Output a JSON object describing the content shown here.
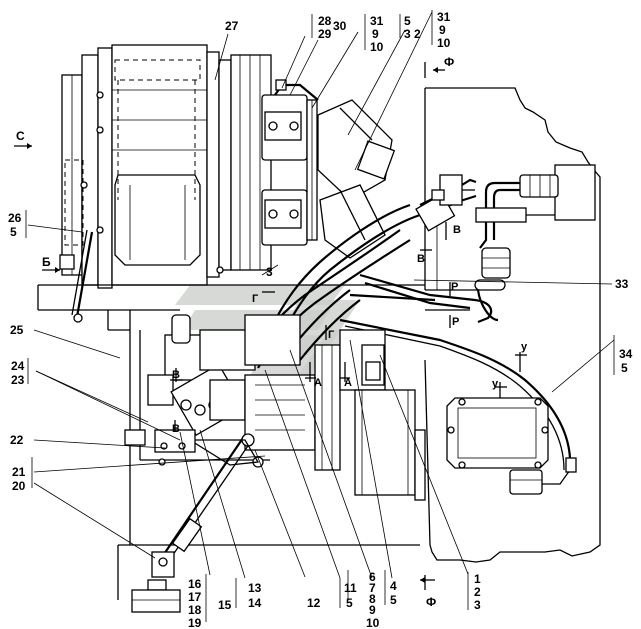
{
  "labels": {
    "l27": "27",
    "l28": "28",
    "l29": "29",
    "l30": "30",
    "l31a": "31",
    "l9a": "9",
    "l10a": "10",
    "l5a": "5",
    "l3a": "3",
    "l2a": "2",
    "l31b": "31",
    "l9b": "9",
    "l10b": "10",
    "lC": "C",
    "lPhiTop": "Ф",
    "l26": "26",
    "l5b": "5",
    "lB1": "Б",
    "l3b": "3",
    "lV1": "В",
    "lV2": "В",
    "l33": "33",
    "lG1": "Г",
    "lG2": "Г",
    "lR1": "Р",
    "lR2": "Р",
    "l25": "25",
    "lV3": "В",
    "lA1": "А",
    "lA2": "А",
    "lY1": "у",
    "lY2": "у",
    "l34": "34",
    "l5c": "5",
    "l24": "24",
    "l23": "23",
    "lV4": "В",
    "l22": "22",
    "l21": "21",
    "l20": "20",
    "l16": "16",
    "l17": "17",
    "l18": "18",
    "l19": "19",
    "l15": "15",
    "l13": "13",
    "l14": "14",
    "l12": "12",
    "l11": "11",
    "l5d": "5",
    "l6": "6",
    "l7": "7",
    "l8": "8",
    "l9c": "9",
    "l10c": "10",
    "l4": "4",
    "l5e": "5",
    "lPhiBot": "Ф",
    "l1": "1",
    "l2b": "2",
    "l3c": "3"
  }
}
